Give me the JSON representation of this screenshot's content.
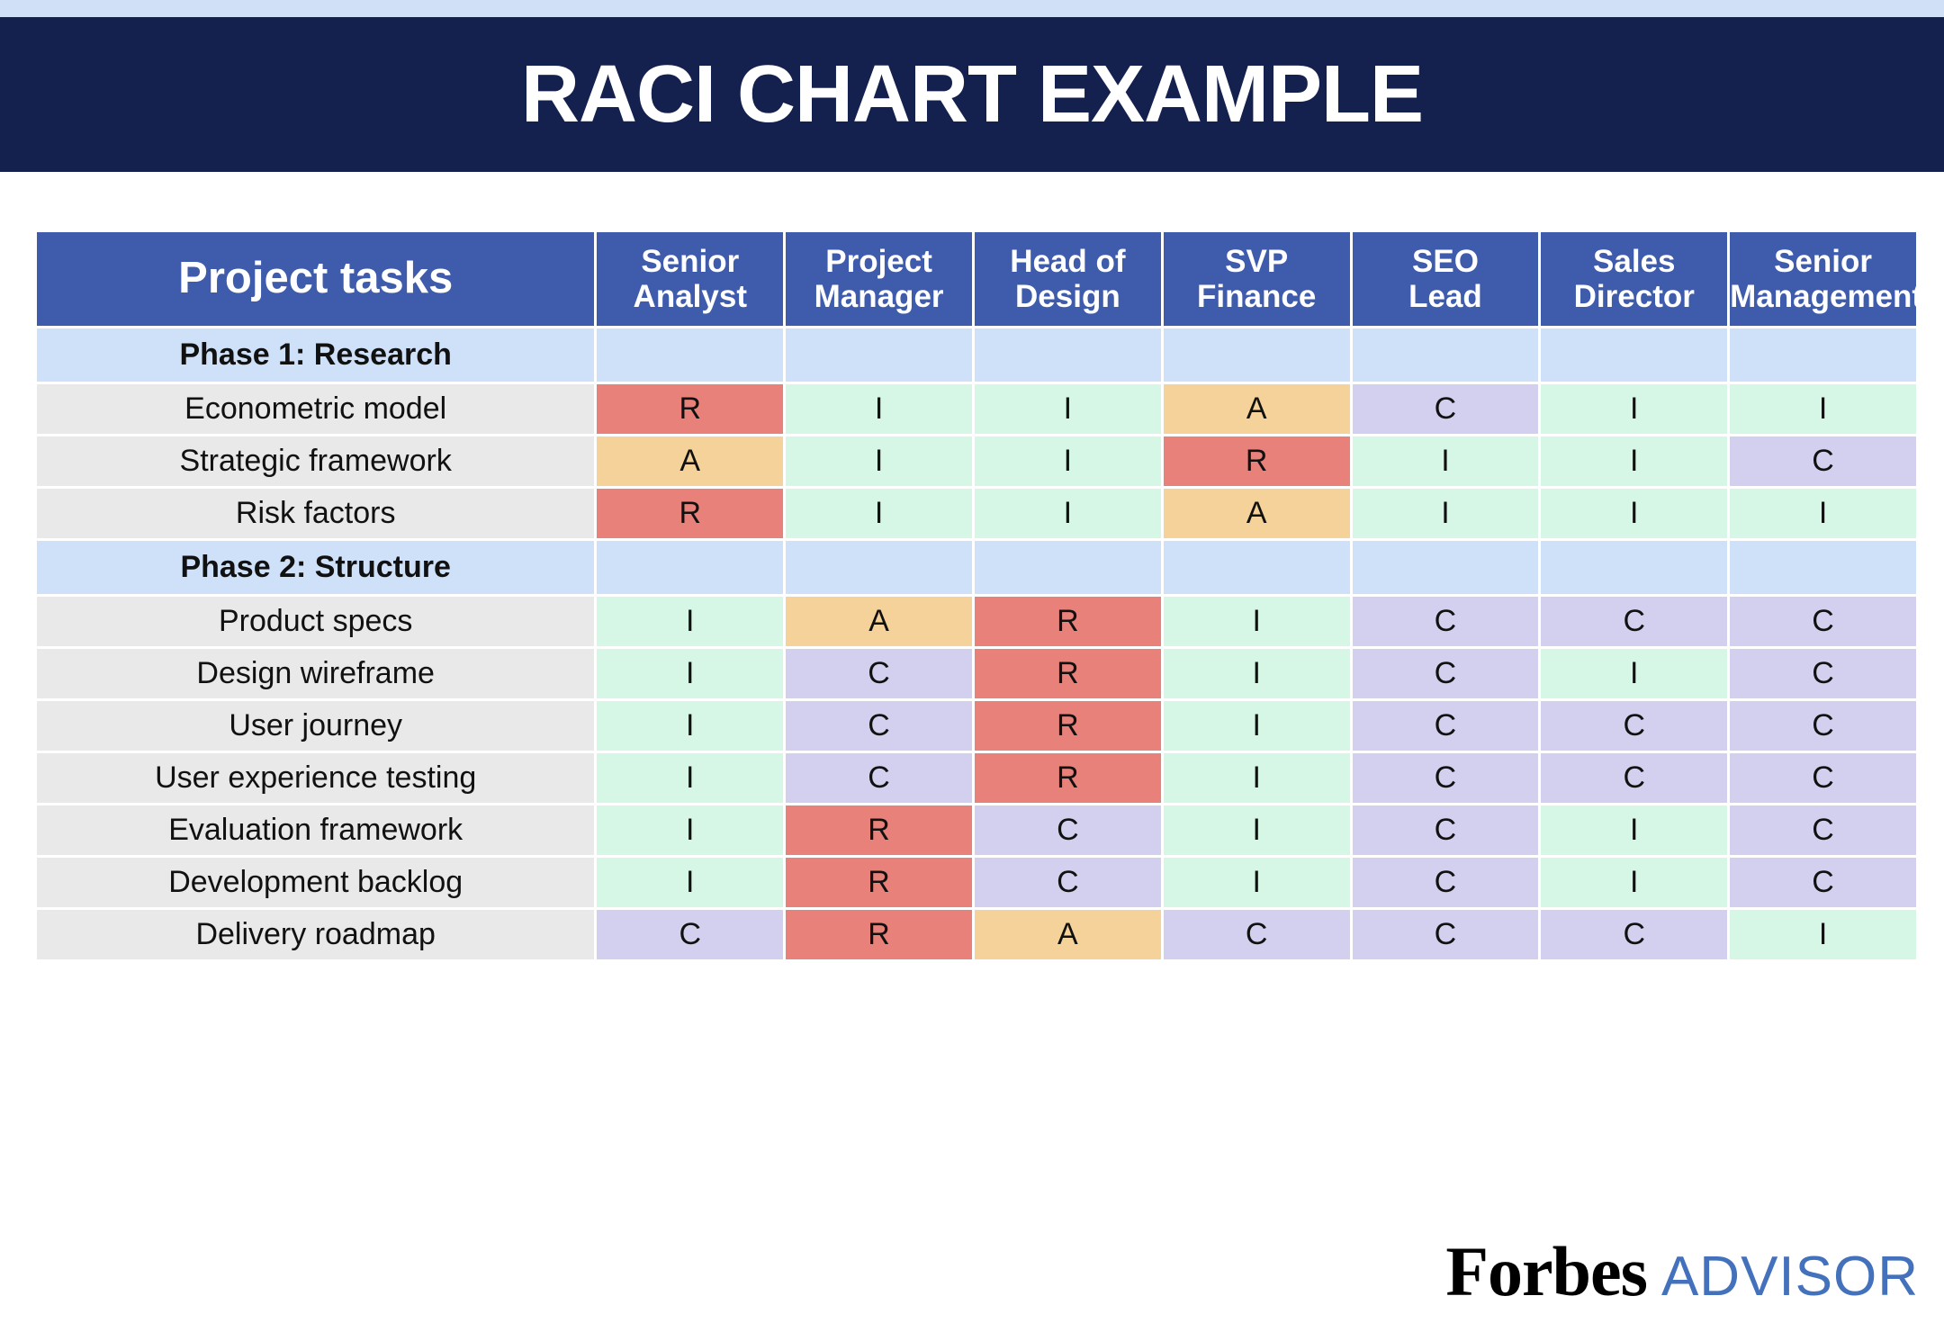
{
  "banner": {
    "title": "RACI CHART EXAMPLE",
    "background_color": "#14214f",
    "text_color": "#ffffff",
    "top_strip_color": "#cfe0f7"
  },
  "logo": {
    "primary": "Forbes",
    "secondary": "ADVISOR",
    "primary_color": "#000000",
    "secondary_color": "#4371bb"
  },
  "legend_colors": {
    "R": "#e8817a",
    "A": "#f5d29a",
    "C": "#d3d0ef",
    "I": "#d6f7e5",
    "header": "#3f5cac",
    "phase": "#cfe0f9",
    "task_label": "#e9e9e9"
  },
  "chart_data": {
    "type": "table",
    "title": "RACI CHART EXAMPLE",
    "columns": [
      "Project tasks",
      "Senior Analyst",
      "Project Manager",
      "Head of Design",
      "SVP Finance",
      "SEO Lead",
      "Sales Director",
      "Senior Management"
    ],
    "column_lines": [
      [
        "Project tasks"
      ],
      [
        "Senior",
        "Analyst"
      ],
      [
        "Project",
        "Manager"
      ],
      [
        "Head of",
        "Design"
      ],
      [
        "SVP",
        "Finance"
      ],
      [
        "SEO",
        "Lead"
      ],
      [
        "Sales",
        "Director"
      ],
      [
        "Senior",
        "Management"
      ]
    ],
    "rows": [
      {
        "type": "phase",
        "label": "Phase 1: Research",
        "values": [
          "",
          "",
          "",
          "",
          "",
          "",
          ""
        ]
      },
      {
        "type": "task",
        "label": "Econometric model",
        "values": [
          "R",
          "I",
          "I",
          "A",
          "C",
          "I",
          "I"
        ]
      },
      {
        "type": "task",
        "label": "Strategic framework",
        "values": [
          "A",
          "I",
          "I",
          "R",
          "I",
          "I",
          "C"
        ]
      },
      {
        "type": "task",
        "label": "Risk factors",
        "values": [
          "R",
          "I",
          "I",
          "A",
          "I",
          "I",
          "I"
        ]
      },
      {
        "type": "phase",
        "label": "Phase 2: Structure",
        "values": [
          "",
          "",
          "",
          "",
          "",
          "",
          ""
        ]
      },
      {
        "type": "task",
        "label": "Product specs",
        "values": [
          "I",
          "A",
          "R",
          "I",
          "C",
          "C",
          "C"
        ]
      },
      {
        "type": "task",
        "label": "Design wireframe",
        "values": [
          "I",
          "C",
          "R",
          "I",
          "C",
          "I",
          "C"
        ]
      },
      {
        "type": "task",
        "label": "User journey",
        "values": [
          "I",
          "C",
          "R",
          "I",
          "C",
          "C",
          "C"
        ]
      },
      {
        "type": "task",
        "label": "User experience testing",
        "values": [
          "I",
          "C",
          "R",
          "I",
          "C",
          "C",
          "C"
        ]
      },
      {
        "type": "task",
        "label": "Evaluation framework",
        "values": [
          "I",
          "R",
          "C",
          "I",
          "C",
          "I",
          "C"
        ]
      },
      {
        "type": "task",
        "label": "Development backlog",
        "values": [
          "I",
          "R",
          "C",
          "I",
          "C",
          "I",
          "C"
        ]
      },
      {
        "type": "task",
        "label": "Delivery roadmap",
        "values": [
          "C",
          "R",
          "A",
          "C",
          "C",
          "C",
          "I"
        ]
      }
    ]
  }
}
